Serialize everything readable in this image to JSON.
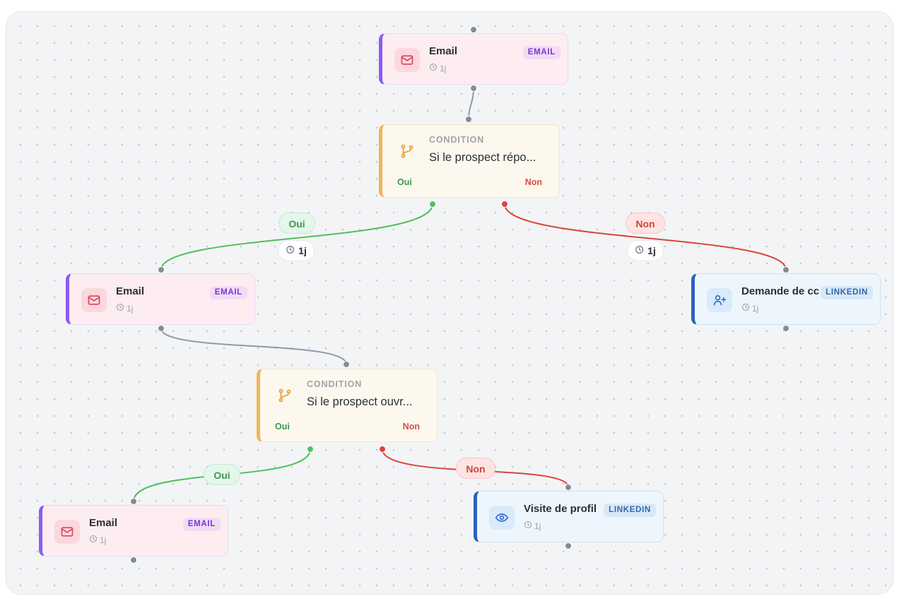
{
  "nodes": {
    "email1": {
      "title": "Email",
      "badge": "EMAIL",
      "delay": "1j"
    },
    "cond1": {
      "label": "CONDITION",
      "text": "Si le prospect répo...",
      "yes": "Oui",
      "no": "Non"
    },
    "email2": {
      "title": "Email",
      "badge": "EMAIL",
      "delay": "1j"
    },
    "linkedin1": {
      "title": "Demande de cc",
      "badge": "LINKEDIN",
      "delay": "1j"
    },
    "cond2": {
      "label": "CONDITION",
      "text": "Si le prospect ouvr...",
      "yes": "Oui",
      "no": "Non"
    },
    "email3": {
      "title": "Email",
      "badge": "EMAIL",
      "delay": "1j"
    },
    "linkedin2": {
      "title": "Visite de profil",
      "badge": "LINKEDIN",
      "delay": "1j"
    }
  },
  "edges": {
    "cond1_yes": {
      "label": "Oui",
      "delay": "1j"
    },
    "cond1_no": {
      "label": "Non",
      "delay": "1j"
    },
    "cond2_yes": {
      "label": "Oui"
    },
    "cond2_no": {
      "label": "Non"
    }
  },
  "colors": {
    "email_accent": "#8b5cf6",
    "condition_accent": "#f2b55a",
    "linkedin_accent": "#2b62c0",
    "yes": "#4ec05c",
    "no": "#d9463b",
    "neutral_edge": "#8e99aa"
  },
  "icons": {
    "email": "mail-icon",
    "condition": "branch-icon",
    "linkedin_request": "user-plus-icon",
    "linkedin_visit": "eye-icon",
    "delay": "clock-icon"
  }
}
